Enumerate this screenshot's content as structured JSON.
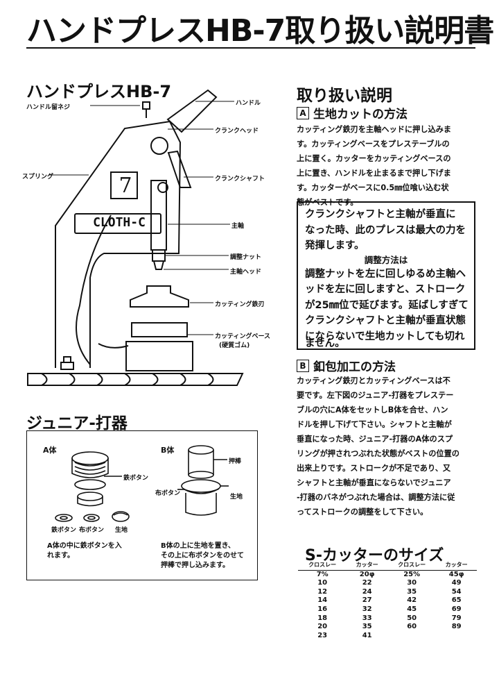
{
  "title": "ハンドプレスHB-7取り扱い説明書",
  "diagram": {
    "heading": "ハンドプレスHB-7",
    "labels": {
      "handle_screw": "ハンドル留ネジ",
      "handle": "ハンドル",
      "crank_head": "クランクヘッド",
      "spring": "スプリング",
      "crank_shaft": "クランクシャフト",
      "main_shaft": "主軸",
      "adjust_nut": "調整ナット",
      "main_head": "主軸ヘッド",
      "cutting_blade": "カッティング鉄刃",
      "cutting_base": "カッティングベース",
      "cutting_base_note": "(硬質ゴム)"
    },
    "plate_number": "7",
    "plate_name": "CLOTH-C"
  },
  "instructions": {
    "heading": "取り扱い説明",
    "section_a": {
      "badge": "A",
      "title": "生地カットの方法",
      "lines": [
        "カッティング鉄刃を主軸ヘッドに押し込みま",
        "す。カッティングベースをプレステーブルの",
        "上に置く。カッターをカッティングベースの",
        "上に置き、ハンドルを止まるまで押し下げま",
        "す。カッターがベースに0.5㎜位喰い込む状",
        "態がベストです。"
      ]
    },
    "note_box": {
      "lines": [
        "クランクシャフトと主軸が垂直に",
        "なった時、此のプレスは最大の力を",
        "発揮します。",
        "調整方法は",
        "調整ナットを左に回しゆるめ主軸ヘ",
        "ッドを左に回しますと、ストローク",
        "が25㎜位で延びます。延ばしすぎて",
        "クランクシャフトと主軸が垂直状態",
        "にならないで生地カットしても切れ",
        "ません。"
      ]
    },
    "section_b": {
      "badge": "B",
      "title": "釦包加工の方法",
      "lines": [
        "カッティング鉄刃とカッティングベースは不",
        "要です。左下図のジュニア-打器をプレステー",
        "ブルの穴にA体をセットしB体を合せ、ハン",
        "ドルを押し下げて下さい。シャフトと主軸が",
        "垂直になった時、ジュニア-打器のA体のスプ",
        "リングが押されつぶれた状態がベストの位置の",
        "出来上りです。ストロークが不足であり、又",
        "シャフトと主軸が垂直にならないでジュニア",
        "-打器のバネがつぶれた場合は、調整方法に従",
        "ってストロークの調整をして下さい。"
      ]
    }
  },
  "junior": {
    "heading": "ジュニア-打器",
    "a_body": "A体",
    "b_body": "B体",
    "iron_button": "鉄ボタン",
    "iron_button_small": "鉄ボタン",
    "cloth_button": "布ボタン",
    "cloth_button_b": "布ボタン",
    "cloth": "生地",
    "cloth_b": "生地",
    "push_rod": "押棒",
    "note_a": [
      "A体の中に鉄ボタンを入",
      "れます。"
    ],
    "note_b": [
      "B体の上に生地を置き、",
      "その上に布ボタンをのせて",
      "押棒で押し込みます。"
    ]
  },
  "sizes": {
    "heading": "S-カッターのサイズ",
    "headers": [
      "クロスレー",
      "カッター",
      "クロスレー",
      "カッター"
    ],
    "rows": [
      [
        "7%",
        "20φ",
        "25%",
        "45φ"
      ],
      [
        "10",
        "22",
        "30",
        "49"
      ],
      [
        "12",
        "24",
        "35",
        "54"
      ],
      [
        "14",
        "27",
        "42",
        "65"
      ],
      [
        "16",
        "32",
        "45",
        "69"
      ],
      [
        "18",
        "33",
        "50",
        "79"
      ],
      [
        "20",
        "35",
        "60",
        "89"
      ],
      [
        "23",
        "41",
        "",
        ""
      ]
    ]
  }
}
